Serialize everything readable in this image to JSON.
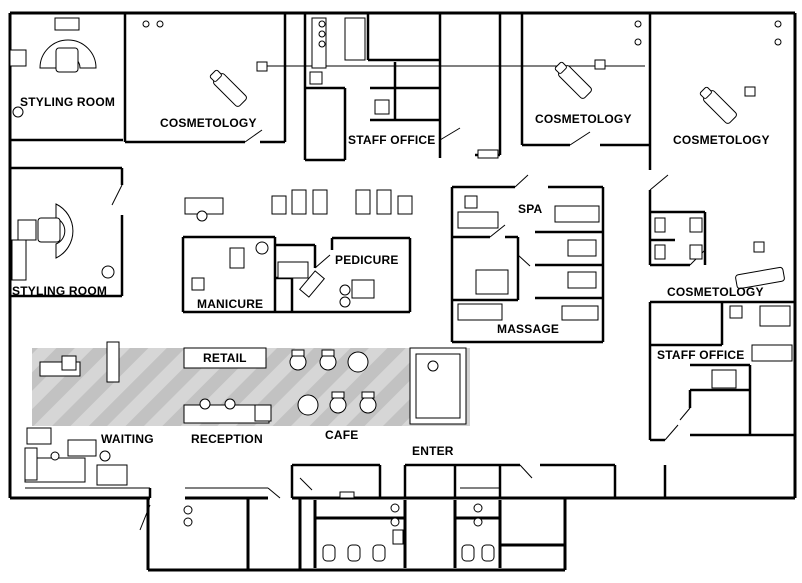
{
  "plan": {
    "rooms": {
      "styling_room_top": "STYLING ROOM",
      "styling_room_left": "STYLING ROOM",
      "cosmetology_1": "COSMETOLOGY",
      "cosmetology_2": "COSMETOLOGY",
      "cosmetology_3": "COSMETOLOGY",
      "cosmetology_4": "COSMETOLOGY",
      "staff_office_top": "STAFF OFFICE",
      "staff_office_right": "STAFF OFFICE",
      "spa": "SPA",
      "pedicure": "PEDICURE",
      "manicure": "MANICURE",
      "massage": "MASSAGE",
      "retail": "RETAIL",
      "waiting": "WAITING",
      "reception": "RECEPTION",
      "cafe": "CAFE",
      "enter": "ENTER"
    }
  }
}
